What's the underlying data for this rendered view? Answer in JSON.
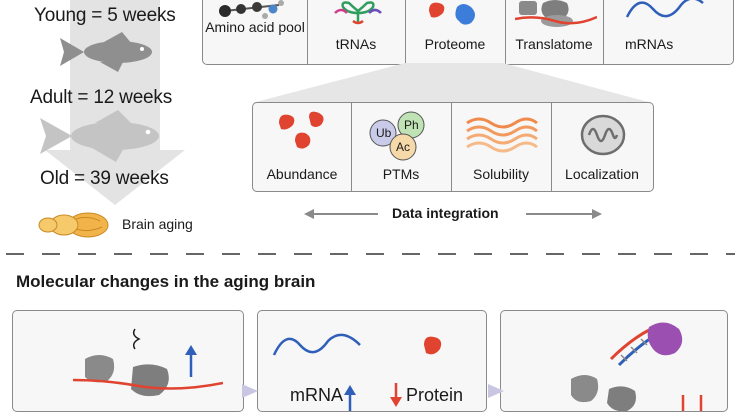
{
  "ages": {
    "young": "Young = 5 weeks",
    "adult": "Adult = 12 weeks",
    "old": "Old = 39 weeks",
    "brain": "Brain aging"
  },
  "omics_layers": [
    "Amino acid pool",
    "tRNAs",
    "Proteome",
    "Translatome",
    "mRNAs"
  ],
  "proteome_features": [
    "Abundance",
    "PTMs",
    "Solubility",
    "Localization"
  ],
  "ptm_marks": [
    "Ub",
    "Ph",
    "Ac"
  ],
  "integration_label": "Data integration",
  "section_title": "Molecular changes in the aging brain",
  "bottom_panel": {
    "mrna": "mRNA",
    "protein": "Protein"
  },
  "colors": {
    "protein_red": "#e0432f",
    "rna_blue": "#2f5fb8",
    "ribosome_gray": "#8d8d8d",
    "fish_gray": "#b9b9b9",
    "panel_border": "#8a8a8a",
    "brain_orange": "#f2b44a",
    "solubility_orange": "#f08a4b"
  }
}
